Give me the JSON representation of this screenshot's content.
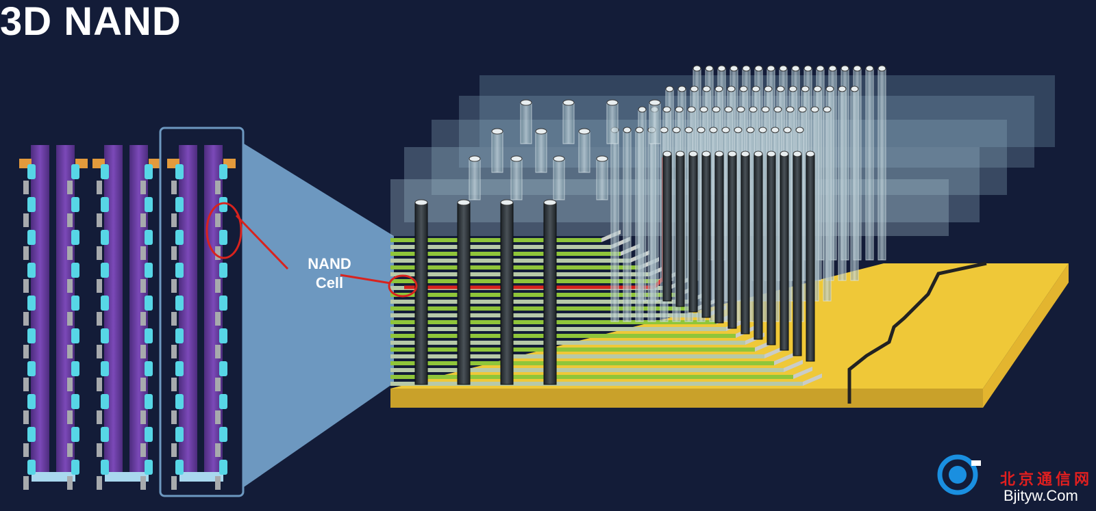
{
  "title": "3D NAND",
  "callout": {
    "line1": "NAND",
    "line2": "Cell"
  },
  "watermark": {
    "chinese": "北京通信网",
    "url": "Bjityw.Com"
  },
  "colors": {
    "background": "#131c38",
    "channel_purple": "#6a3aa3",
    "cell_cyan": "#57d6e6",
    "contact_orange": "#e39a3c",
    "substrate_yellow": "#efc838",
    "wordline_green": "#8fc53a",
    "highlight_red": "#d8231e",
    "zoom_blue": "#6d98c0"
  }
}
